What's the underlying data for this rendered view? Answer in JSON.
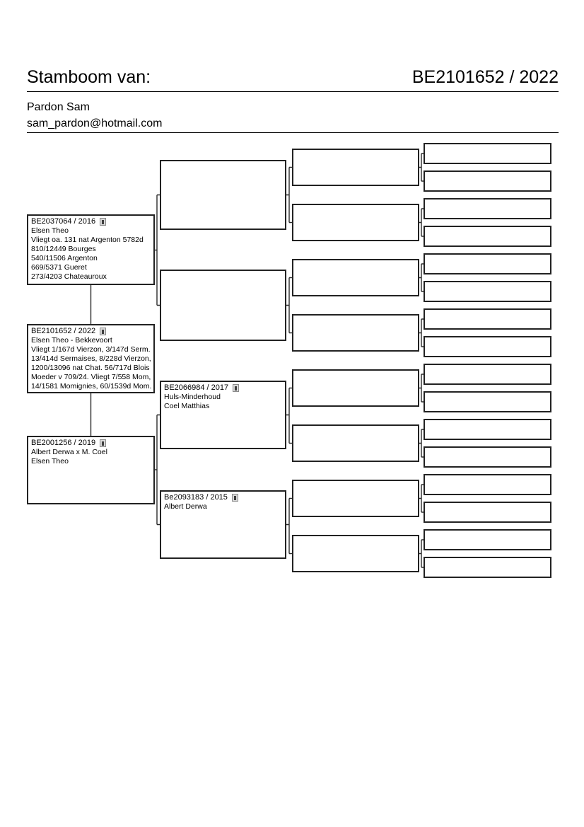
{
  "header": {
    "title": "Stamboom van:",
    "ring_number": "BE2101652 / 2022",
    "owner_name": "Pardon Sam",
    "owner_email": "sam_pardon@hotmail.com"
  },
  "pedigree": {
    "father": {
      "ring": "BE2037064 / 2016",
      "icon": "photo-icon",
      "lines": [
        "Elsen Theo",
        "Vliegt oa. 131 nat Argenton 5782d",
        "810/12449 Bourges",
        "540/11506 Argenton",
        "669/5371 Gueret",
        "273/4203 Chateauroux"
      ]
    },
    "subject": {
      "ring": "BE2101652 / 2022",
      "icon": "photo-icon",
      "lines": [
        "Elsen Theo - Bekkevoort",
        "Vliegt 1/167d Vierzon, 3/147d Serm.",
        "13/414d Sermaises, 8/228d Vierzon,",
        "1200/13096 nat Chat. 56/717d Blois",
        "Moeder v 709/24. Vliegt 7/558 Mom,",
        "14/1581 Momignies, 60/1539d Mom."
      ]
    },
    "mother": {
      "ring": "BE2001256 / 2019",
      "icon": "photo-icon",
      "lines": [
        "Albert Derwa x M. Coel",
        "Elsen Theo"
      ]
    },
    "maternal_grandfather": {
      "ring": "BE2066984 / 2017",
      "icon": "photo-icon",
      "lines": [
        "Huls-Minderhoud",
        "Coel Matthias"
      ]
    },
    "maternal_grandmother": {
      "ring": "Be2093183 / 2015",
      "icon": "photo-icon",
      "lines": [
        "Albert Derwa"
      ]
    }
  },
  "colors": {
    "background": "#ffffff",
    "text": "#000000",
    "box_border": "#222222",
    "connector": "#2a2a2a"
  }
}
